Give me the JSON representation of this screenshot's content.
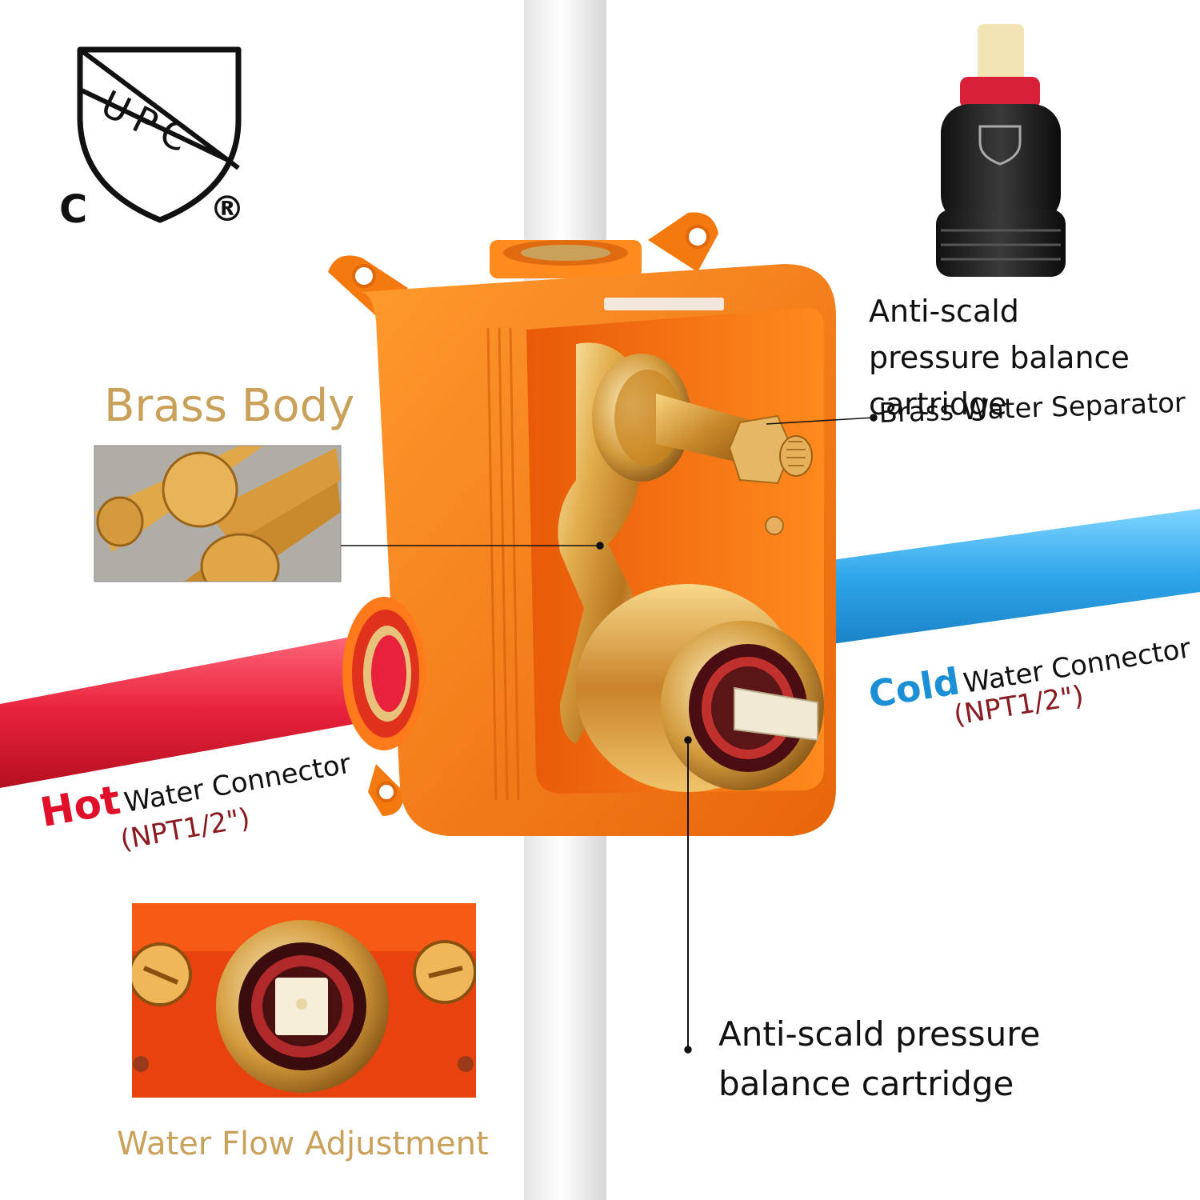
{
  "certification": {
    "mark_text": "UPC",
    "left_letter": "C",
    "registered_symbol": "®"
  },
  "labels": {
    "brass_body": "Brass Body",
    "cartridge_top": "Anti-scald pressure balance cartridge",
    "water_separator": "Brass Water Separator",
    "cold_word": "Cold",
    "cold_rest": "Water Connector",
    "cold_spec": "(NPT1/2\")",
    "hot_word": "Hot",
    "hot_rest": "Water Connector",
    "hot_spec": "(NPT1/2\")",
    "cartridge_bottom": "Anti-scald pressure balance cartridge",
    "flow_adjustment": "Water Flow Adjustment"
  },
  "colors": {
    "brass_text": "#c9a15a",
    "hot": "#e0102a",
    "cold": "#1c8fd6",
    "spec_dark_red": "#8a1a22",
    "box_orange": "#f47a10",
    "brass": "#d9a441",
    "label_black": "#111111"
  },
  "icons": {
    "cert_mark": "upc-shield-icon",
    "cartridge": "cartridge-photo"
  }
}
